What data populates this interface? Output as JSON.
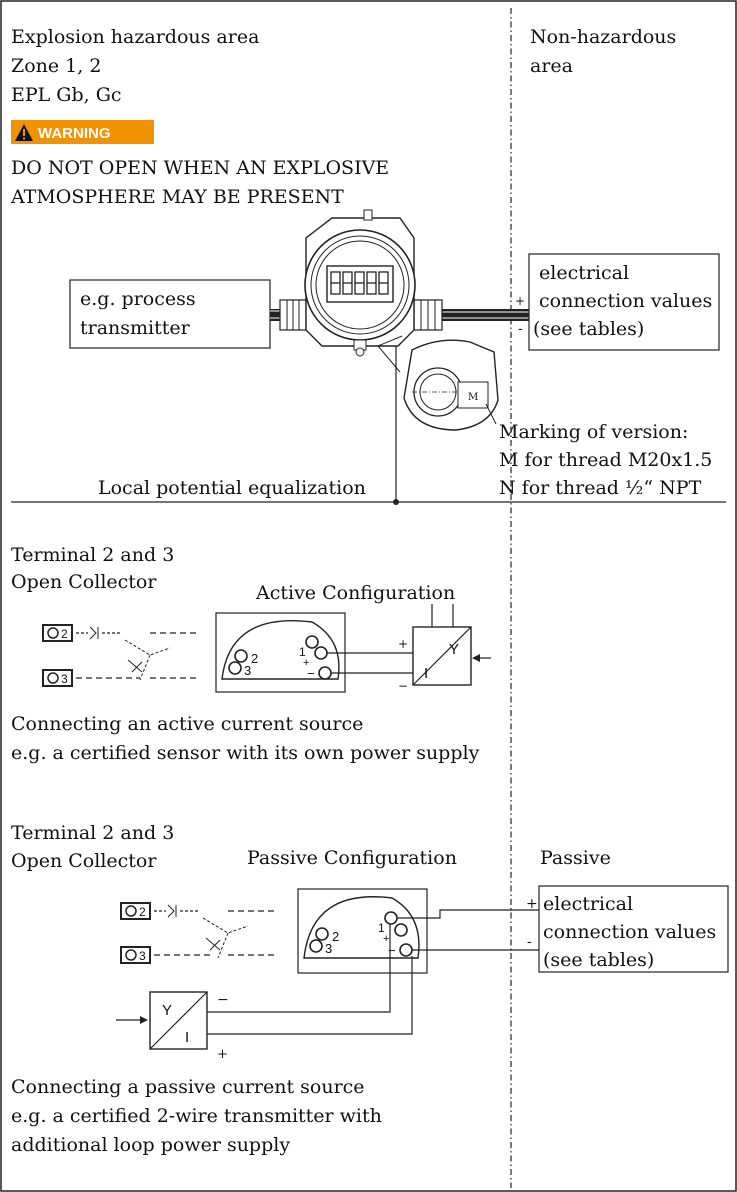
{
  "hazard": {
    "area_title": "Explosion hazardous area",
    "zone": "Zone 1, 2",
    "epl": "EPL Gb, Gc",
    "warning_label": "WARNING",
    "warning_line1": "DO NOT OPEN WHEN AN EXPLOSIVE",
    "warning_line2": "ATMOSPHERE MAY BE PRESENT"
  },
  "non_hazard": {
    "line1": "Non-hazardous",
    "line2": "area"
  },
  "top": {
    "process_line1": "e.g. process",
    "process_line2": "transmitter",
    "elec_line1": "electrical",
    "elec_line2": "connection values",
    "elec_line3": "(see tables)",
    "plus": "+",
    "minus": "-",
    "thread_marker": "M",
    "marking_line1": "Marking of version:",
    "marking_line2": "M for thread M20x1.5",
    "marking_line3": "N for thread ½“ NPT",
    "local_potential": "Local potential equalization"
  },
  "active": {
    "terminal_line1": "Terminal 2 and 3",
    "terminal_line2": "Open Collector",
    "title": "Active Configuration",
    "term2": "2",
    "term3": "3",
    "term1": "1",
    "plus": "+",
    "minus": "−",
    "conv_y": "Y",
    "conv_i": "I",
    "caption_line1": "Connecting an active current source",
    "caption_line2": "e.g. a certified sensor with its own power supply"
  },
  "passive": {
    "terminal_line1": "Terminal 2 and 3",
    "terminal_line2": "Open Collector",
    "title": "Passive Configuration",
    "passive_label": "Passive",
    "term2": "2",
    "term3": "3",
    "term1": "1",
    "plus": "+",
    "minus": "−",
    "elec_line1": "electrical",
    "elec_line2": "connection values",
    "elec_line3": "(see tables)",
    "conv_y": "Y",
    "conv_i": "I",
    "caption_line1": "Connecting a passive current source",
    "caption_line2": "e.g. a certified 2-wire transmitter with",
    "caption_line3": "additional loop power supply"
  },
  "colors": {
    "warning_bg": "#f39200",
    "line": "#111111"
  }
}
